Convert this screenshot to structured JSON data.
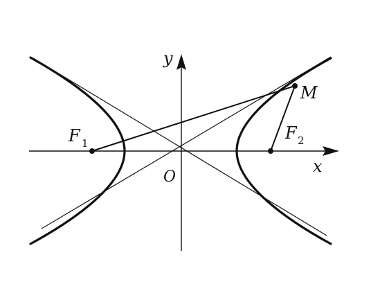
{
  "labels": {
    "y_axis": "y",
    "x_axis": "x",
    "origin": "O",
    "focus1_letter": "F",
    "focus1_sub": "1",
    "focus2_letter": "F",
    "focus2_sub": "2",
    "point_m": "M"
  },
  "colors": {
    "ink": "#111111",
    "background": "#ffffff"
  }
}
